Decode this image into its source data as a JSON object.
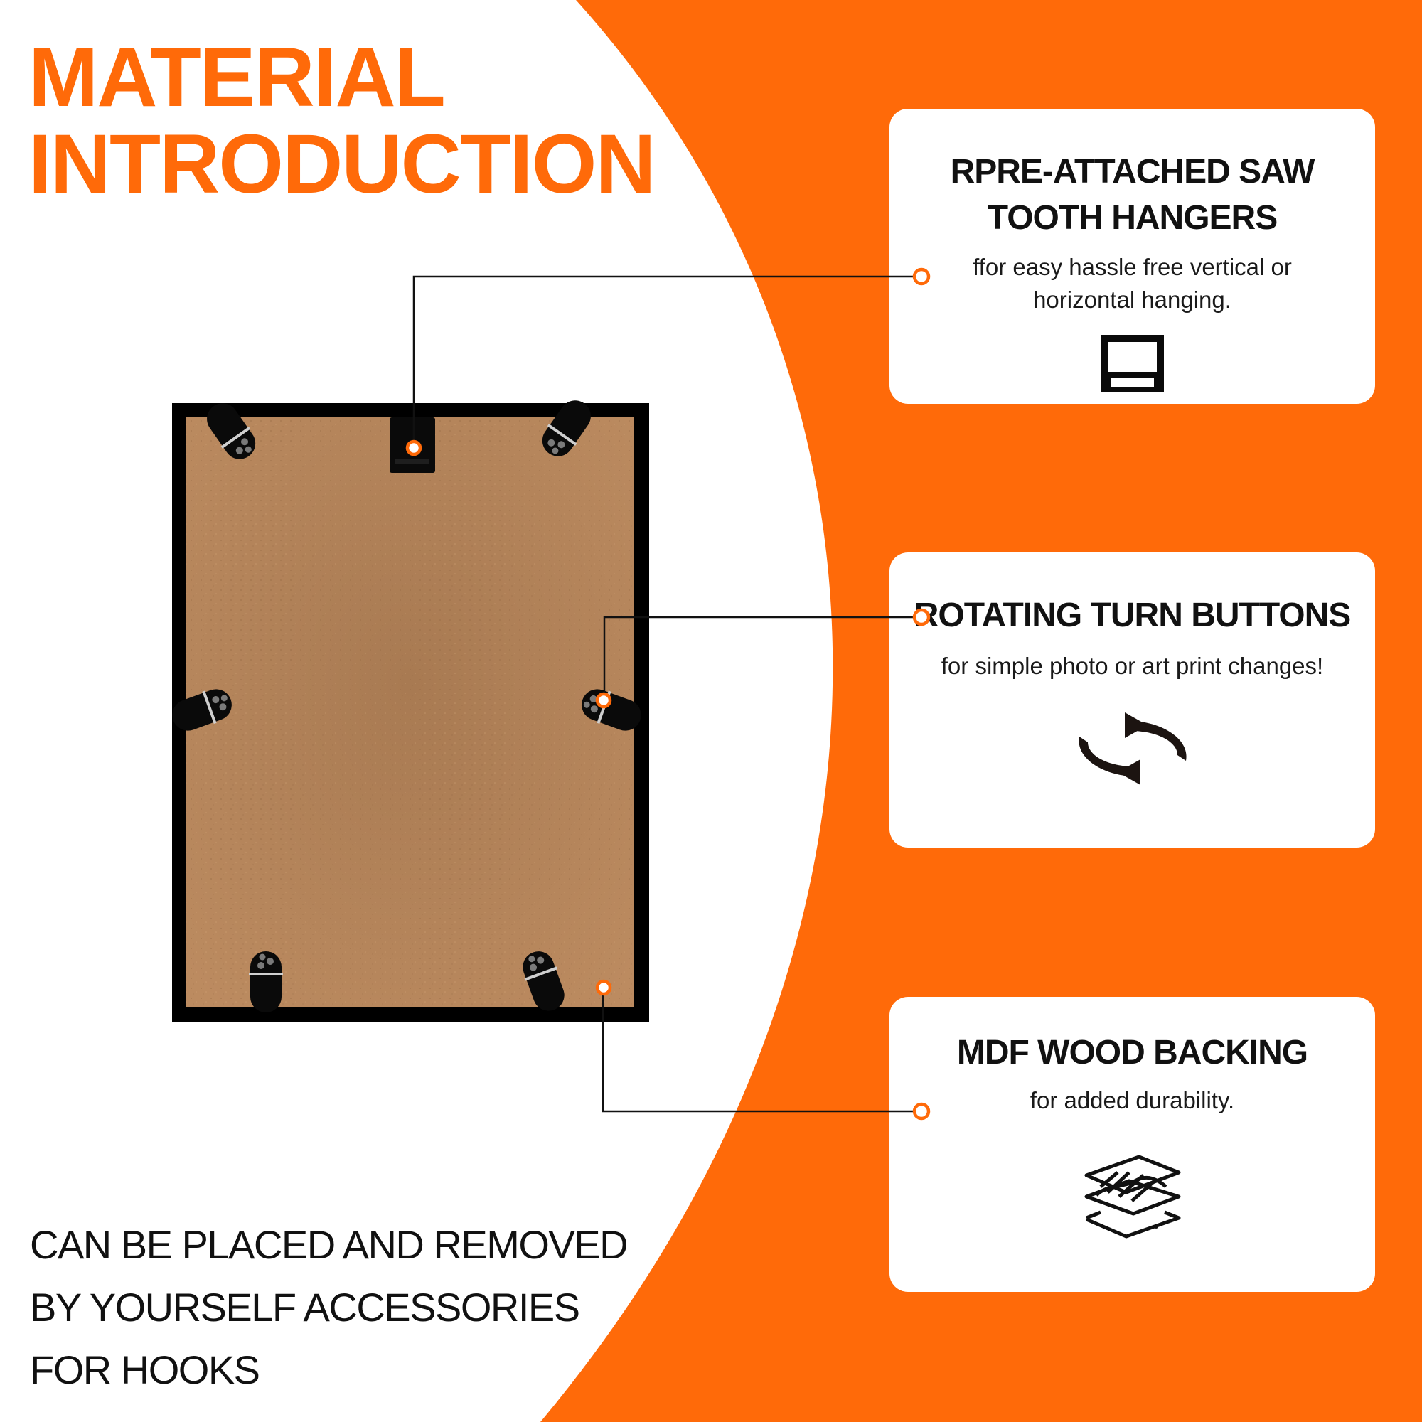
{
  "title": {
    "line1": "MATERIAL",
    "line2": "INTRODUCTION"
  },
  "bottom_text": {
    "line1": "CAN BE PLACED AND REMOVED",
    "line2": "BY YOURSELF ACCESSORIES",
    "line3": "FOR HOOKS"
  },
  "features": {
    "hangers": {
      "title": "RPRE-ATTACHED SAW TOOTH HANGERS",
      "description": "ffor easy hassle free vertical or horizontal hanging.",
      "icon": "hanger-icon"
    },
    "turn_buttons": {
      "title": "ROTATING TURN BUTTONS",
      "description": "for simple photo or art print changes!",
      "icon": "rotate-arrows-icon"
    },
    "backing": {
      "title": "MDF WOOD BACKING",
      "description": "for added durability.",
      "icon": "layers-icon"
    }
  },
  "colors": {
    "accent": "#ff6a09",
    "frame": "#000000",
    "backing": "#b9875c",
    "text": "#111111",
    "card": "#ffffff"
  }
}
